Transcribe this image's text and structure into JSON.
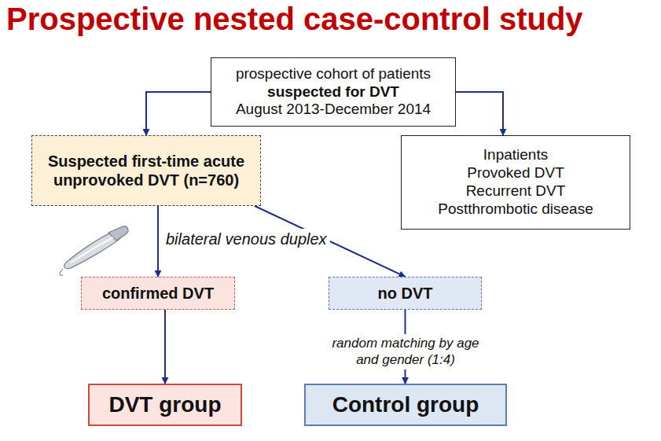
{
  "diagram": {
    "title": "Prospective nested case-control study",
    "nodes": [
      {
        "text": [
          "prospective cohort of patients",
          "suspected for DVT",
          "August 2013-December 2014"
        ]
      },
      {
        "text": [
          "Suspected first-time acute unprovoked DVT (n=760)"
        ]
      },
      {
        "text": [
          "Inpatients",
          "Provoked DVT",
          "Recurrent DVT",
          "Postthrombotic disease"
        ]
      },
      {
        "text": [
          "confirmed DVT"
        ]
      },
      {
        "text": [
          "no DVT"
        ]
      },
      {
        "text": [
          "DVT group"
        ]
      },
      {
        "text": [
          "Control group"
        ]
      }
    ],
    "edges": [
      {
        "from": 0,
        "to": 1,
        "arrow": "to"
      },
      {
        "from": 0,
        "to": 2,
        "arrow": "to"
      },
      {
        "from": 1,
        "to": 3,
        "arrow": "to"
      },
      {
        "from": 1,
        "to": 4,
        "arrow": "to",
        "label": "bilateral venous duplex"
      },
      {
        "from": 3,
        "to": 5,
        "arrow": "to"
      },
      {
        "from": 4,
        "to": 6,
        "arrow": "to",
        "label": "random matching by age and gender (1:4)"
      }
    ]
  }
}
